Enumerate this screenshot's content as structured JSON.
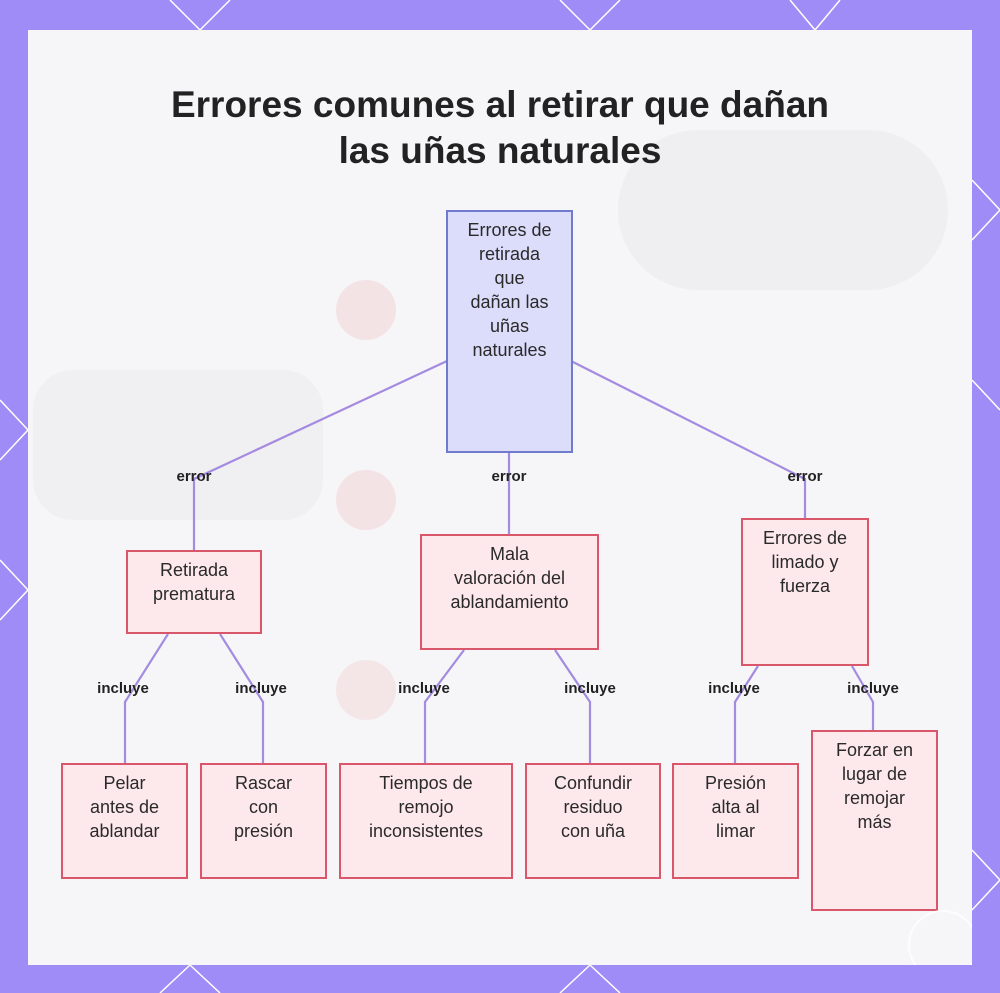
{
  "diagram": {
    "title_lines": [
      "Errores comunes al retirar que dañan",
      "las uñas naturales"
    ],
    "root": {
      "label": "Errores de\nretirada\nque\ndañan las\nuñas\nnaturales"
    },
    "branches": [
      {
        "edge_label": "error",
        "label": "Retirada\nprematura",
        "children": [
          {
            "edge_label": "incluye",
            "label": "Pelar\nantes de\nablandar"
          },
          {
            "edge_label": "incluye",
            "label": "Rascar\ncon\npresión"
          }
        ]
      },
      {
        "edge_label": "error",
        "label": "Mala\nvaloración del\nablandamiento",
        "children": [
          {
            "edge_label": "incluye",
            "label": "Tiempos de\nremojo\ninconsistentes"
          },
          {
            "edge_label": "incluye",
            "label": "Confundir\nresiduo\ncon uña"
          }
        ]
      },
      {
        "edge_label": "error",
        "label": "Errores de\nlimado y\nfuerza",
        "children": [
          {
            "edge_label": "incluye",
            "label": "Presión\nalta al\nlimar"
          },
          {
            "edge_label": "incluye",
            "label": "Forzar en\nlugar de\nremojar\nmás"
          }
        ]
      }
    ]
  },
  "colors": {
    "frame": "#a08cf6",
    "card": "#f6f5f8",
    "root_fill": "#dcdcfb",
    "root_border": "#6f7ccd",
    "child_fill": "#fde8ec",
    "child_border": "#d9566b",
    "edge": "#a48be0"
  }
}
